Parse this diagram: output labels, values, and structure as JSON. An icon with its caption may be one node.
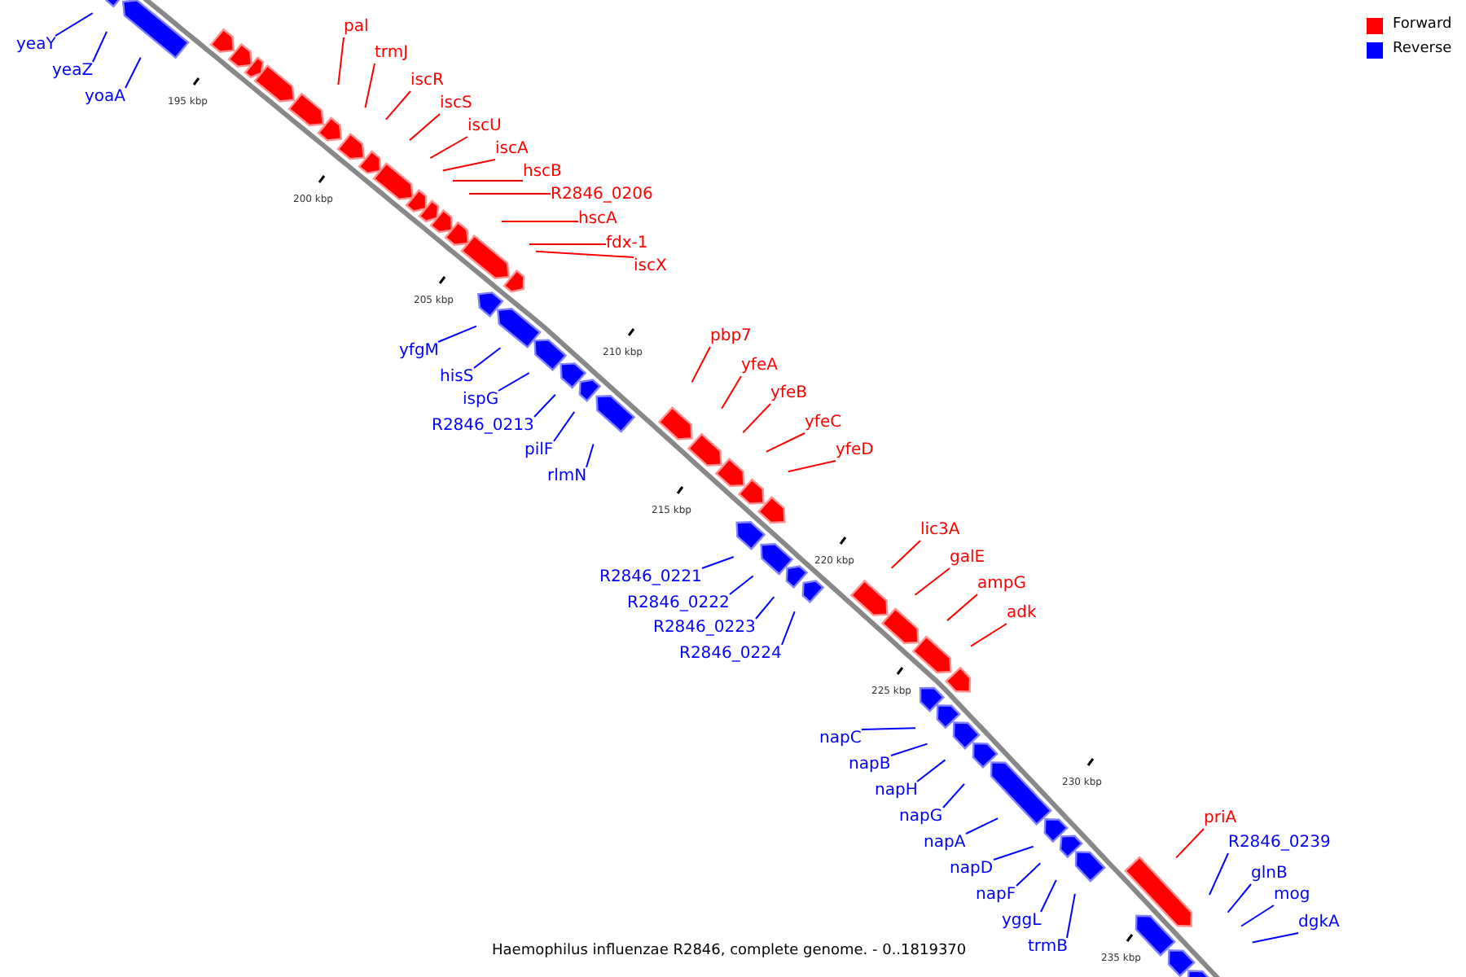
{
  "diagram": {
    "caption": "Haemophilus influenzae R2846, complete genome. - 0..1819370",
    "nodes": [
      {
        "text": [
          "yeaY"
        ]
      },
      {
        "text": [
          "yeaZ"
        ]
      },
      {
        "text": [
          "yoaA"
        ]
      },
      {
        "text": [
          "pal"
        ]
      },
      {
        "text": [
          "trmJ"
        ]
      },
      {
        "text": [
          "iscR"
        ]
      },
      {
        "text": [
          "iscS"
        ]
      },
      {
        "text": [
          "iscU"
        ]
      },
      {
        "text": [
          "iscA"
        ]
      },
      {
        "text": [
          "hscB"
        ]
      },
      {
        "text": [
          "R2846_0206"
        ]
      },
      {
        "text": [
          "hscA"
        ]
      },
      {
        "text": [
          "fdx-1"
        ]
      },
      {
        "text": [
          "iscX"
        ]
      },
      {
        "text": [
          "yfgM"
        ]
      },
      {
        "text": [
          "hisS"
        ]
      },
      {
        "text": [
          "ispG"
        ]
      },
      {
        "text": [
          "R2846_0213"
        ]
      },
      {
        "text": [
          "pilF"
        ]
      },
      {
        "text": [
          "rlmN"
        ]
      },
      {
        "text": [
          "pbp7"
        ]
      },
      {
        "text": [
          "yfeA"
        ]
      },
      {
        "text": [
          "yfeB"
        ]
      },
      {
        "text": [
          "yfeC"
        ]
      },
      {
        "text": [
          "yfeD"
        ]
      },
      {
        "text": [
          "R2846_0221"
        ]
      },
      {
        "text": [
          "R2846_0222"
        ]
      },
      {
        "text": [
          "R2846_0223"
        ]
      },
      {
        "text": [
          "R2846_0224"
        ]
      },
      {
        "text": [
          "lic3A"
        ]
      },
      {
        "text": [
          "galE"
        ]
      },
      {
        "text": [
          "ampG"
        ]
      },
      {
        "text": [
          "adk"
        ]
      },
      {
        "text": [
          "napC"
        ]
      },
      {
        "text": [
          "napB"
        ]
      },
      {
        "text": [
          "napH"
        ]
      },
      {
        "text": [
          "napG"
        ]
      },
      {
        "text": [
          "napA"
        ]
      },
      {
        "text": [
          "napD"
        ]
      },
      {
        "text": [
          "napF"
        ]
      },
      {
        "text": [
          "yggL"
        ]
      },
      {
        "text": [
          "trmB"
        ]
      },
      {
        "text": [
          "priA"
        ]
      },
      {
        "text": [
          "R2846_0239"
        ]
      },
      {
        "text": [
          "glnB"
        ]
      },
      {
        "text": [
          "mog"
        ]
      },
      {
        "text": [
          "dgkA"
        ]
      }
    ],
    "edges": [
      {
        "from": 0,
        "to": null,
        "arrow": "none",
        "color": "#0000ff"
      },
      {
        "from": 1,
        "to": null,
        "arrow": "none",
        "color": "#0000ff"
      },
      {
        "from": 2,
        "to": null,
        "arrow": "none",
        "color": "#0000ff"
      },
      {
        "from": 3,
        "to": null,
        "arrow": "none",
        "color": "#ff0000"
      },
      {
        "from": 4,
        "to": null,
        "arrow": "none",
        "color": "#ff0000"
      },
      {
        "from": 5,
        "to": null,
        "arrow": "none",
        "color": "#ff0000"
      },
      {
        "from": 6,
        "to": null,
        "arrow": "none",
        "color": "#ff0000"
      },
      {
        "from": 7,
        "to": null,
        "arrow": "none",
        "color": "#ff0000"
      },
      {
        "from": 8,
        "to": null,
        "arrow": "none",
        "color": "#ff0000"
      },
      {
        "from": 9,
        "to": null,
        "arrow": "none",
        "color": "#ff0000"
      },
      {
        "from": 10,
        "to": null,
        "arrow": "none",
        "color": "#ff0000"
      },
      {
        "from": 11,
        "to": null,
        "arrow": "none",
        "color": "#ff0000"
      },
      {
        "from": 12,
        "to": null,
        "arrow": "none",
        "color": "#ff0000"
      },
      {
        "from": 13,
        "to": null,
        "arrow": "none",
        "color": "#ff0000"
      },
      {
        "from": 14,
        "to": null,
        "arrow": "none",
        "color": "#0000ff"
      },
      {
        "from": 15,
        "to": null,
        "arrow": "none",
        "color": "#0000ff"
      },
      {
        "from": 16,
        "to": null,
        "arrow": "none",
        "color": "#0000ff"
      },
      {
        "from": 17,
        "to": null,
        "arrow": "none",
        "color": "#0000ff"
      },
      {
        "from": 18,
        "to": null,
        "arrow": "none",
        "color": "#0000ff"
      },
      {
        "from": 19,
        "to": null,
        "arrow": "none",
        "color": "#0000ff"
      },
      {
        "from": 20,
        "to": null,
        "arrow": "none",
        "color": "#ff0000"
      },
      {
        "from": 21,
        "to": null,
        "arrow": "none",
        "color": "#ff0000"
      },
      {
        "from": 22,
        "to": null,
        "arrow": "none",
        "color": "#ff0000"
      },
      {
        "from": 23,
        "to": null,
        "arrow": "none",
        "color": "#ff0000"
      },
      {
        "from": 24,
        "to": null,
        "arrow": "none",
        "color": "#ff0000"
      },
      {
        "from": 25,
        "to": null,
        "arrow": "none",
        "color": "#0000ff"
      },
      {
        "from": 26,
        "to": null,
        "arrow": "none",
        "color": "#0000ff"
      },
      {
        "from": 27,
        "to": null,
        "arrow": "none",
        "color": "#0000ff"
      },
      {
        "from": 28,
        "to": null,
        "arrow": "none",
        "color": "#0000ff"
      },
      {
        "from": 29,
        "to": null,
        "arrow": "none",
        "color": "#ff0000"
      },
      {
        "from": 30,
        "to": null,
        "arrow": "none",
        "color": "#ff0000"
      },
      {
        "from": 31,
        "to": null,
        "arrow": "none",
        "color": "#ff0000"
      },
      {
        "from": 32,
        "to": null,
        "arrow": "none",
        "color": "#ff0000"
      },
      {
        "from": 33,
        "to": null,
        "arrow": "none",
        "color": "#0000ff"
      },
      {
        "from": 34,
        "to": null,
        "arrow": "none",
        "color": "#0000ff"
      },
      {
        "from": 35,
        "to": null,
        "arrow": "none",
        "color": "#0000ff"
      },
      {
        "from": 36,
        "to": null,
        "arrow": "none",
        "color": "#0000ff"
      },
      {
        "from": 37,
        "to": null,
        "arrow": "none",
        "color": "#0000ff"
      },
      {
        "from": 38,
        "to": null,
        "arrow": "none",
        "color": "#0000ff"
      },
      {
        "from": 39,
        "to": null,
        "arrow": "none",
        "color": "#0000ff"
      },
      {
        "from": 40,
        "to": null,
        "arrow": "none",
        "color": "#0000ff"
      },
      {
        "from": 41,
        "to": null,
        "arrow": "none",
        "color": "#0000ff"
      },
      {
        "from": 42,
        "to": null,
        "arrow": "none",
        "color": "#ff0000"
      },
      {
        "from": 43,
        "to": null,
        "arrow": "none",
        "color": "#0000ff"
      },
      {
        "from": 44,
        "to": null,
        "arrow": "none",
        "color": "#0000ff"
      },
      {
        "from": 45,
        "to": null,
        "arrow": "none",
        "color": "#0000ff"
      },
      {
        "from": 46,
        "to": null,
        "arrow": "none",
        "color": "#0000ff"
      }
    ],
    "labels": [
      "195 kbp",
      "200 kbp",
      "205 kbp",
      "210 kbp",
      "215 kbp",
      "220 kbp",
      "225 kbp",
      "230 kbp",
      "235 kbp"
    ],
    "legend": [
      {
        "text": "Forward",
        "color": "#ff0000"
      },
      {
        "text": "Reverse",
        "color": "#0000ff"
      }
    ]
  }
}
